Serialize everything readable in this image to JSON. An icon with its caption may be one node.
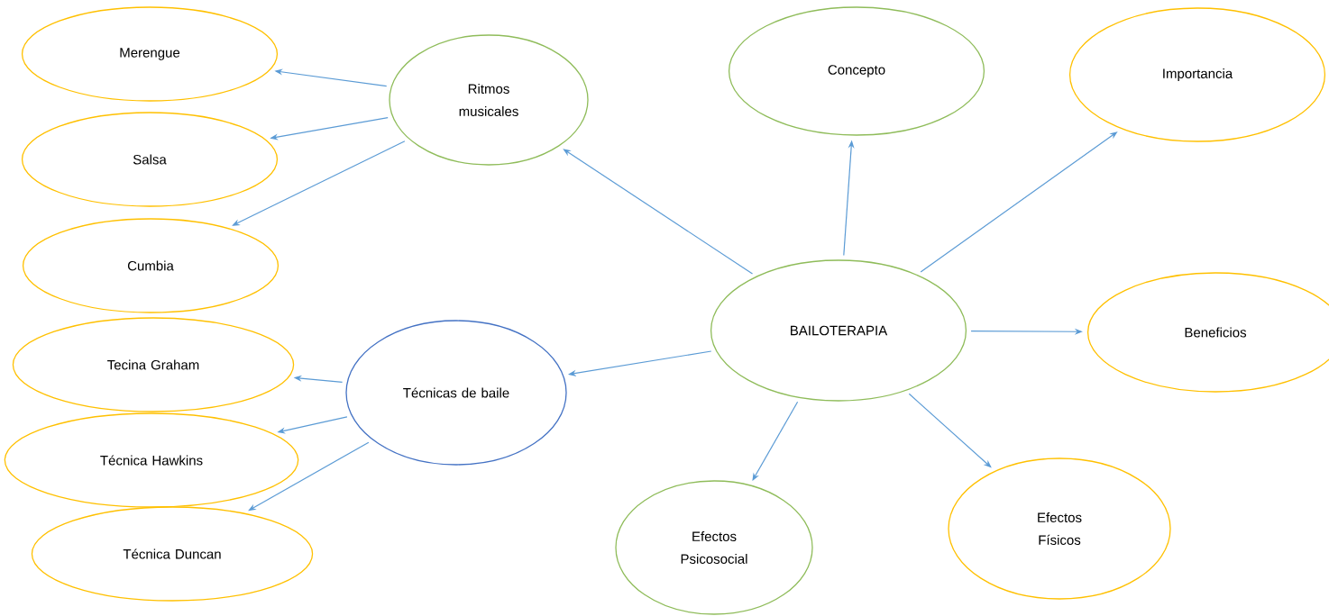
{
  "diagram": {
    "nodes": [
      {
        "text": [
          "BAILOTERAPIA"
        ]
      },
      {
        "text": [
          "Ritmos musicales"
        ]
      },
      {
        "text": [
          "Merengue"
        ]
      },
      {
        "text": [
          "Salsa"
        ]
      },
      {
        "text": [
          "Cumbia"
        ]
      },
      {
        "text": [
          "Técnicas de baile"
        ]
      },
      {
        "text": [
          "Tecina Graham"
        ]
      },
      {
        "text": [
          "Técnica Hawkins"
        ]
      },
      {
        "text": [
          "Técnica Duncan"
        ]
      },
      {
        "text": [
          "Concepto"
        ]
      },
      {
        "text": [
          "Importancia"
        ]
      },
      {
        "text": [
          "Beneficios"
        ]
      },
      {
        "text": [
          "Efectos Físicos"
        ]
      },
      {
        "text": [
          "Efectos Psicosocial"
        ]
      }
    ],
    "edges": [
      {
        "from": 0,
        "to": 1,
        "arrow": "to"
      },
      {
        "from": 1,
        "to": 2,
        "arrow": "to"
      },
      {
        "from": 1,
        "to": 3,
        "arrow": "to"
      },
      {
        "from": 1,
        "to": 4,
        "arrow": "to"
      },
      {
        "from": 0,
        "to": 5,
        "arrow": "to"
      },
      {
        "from": 5,
        "to": 6,
        "arrow": "to"
      },
      {
        "from": 5,
        "to": 7,
        "arrow": "to"
      },
      {
        "from": 5,
        "to": 8,
        "arrow": "to"
      },
      {
        "from": 0,
        "to": 9,
        "arrow": "to"
      },
      {
        "from": 0,
        "to": 10,
        "arrow": "to"
      },
      {
        "from": 0,
        "to": 11,
        "arrow": "to"
      },
      {
        "from": 0,
        "to": 12,
        "arrow": "to"
      },
      {
        "from": 0,
        "to": 13,
        "arrow": "to"
      }
    ]
  }
}
